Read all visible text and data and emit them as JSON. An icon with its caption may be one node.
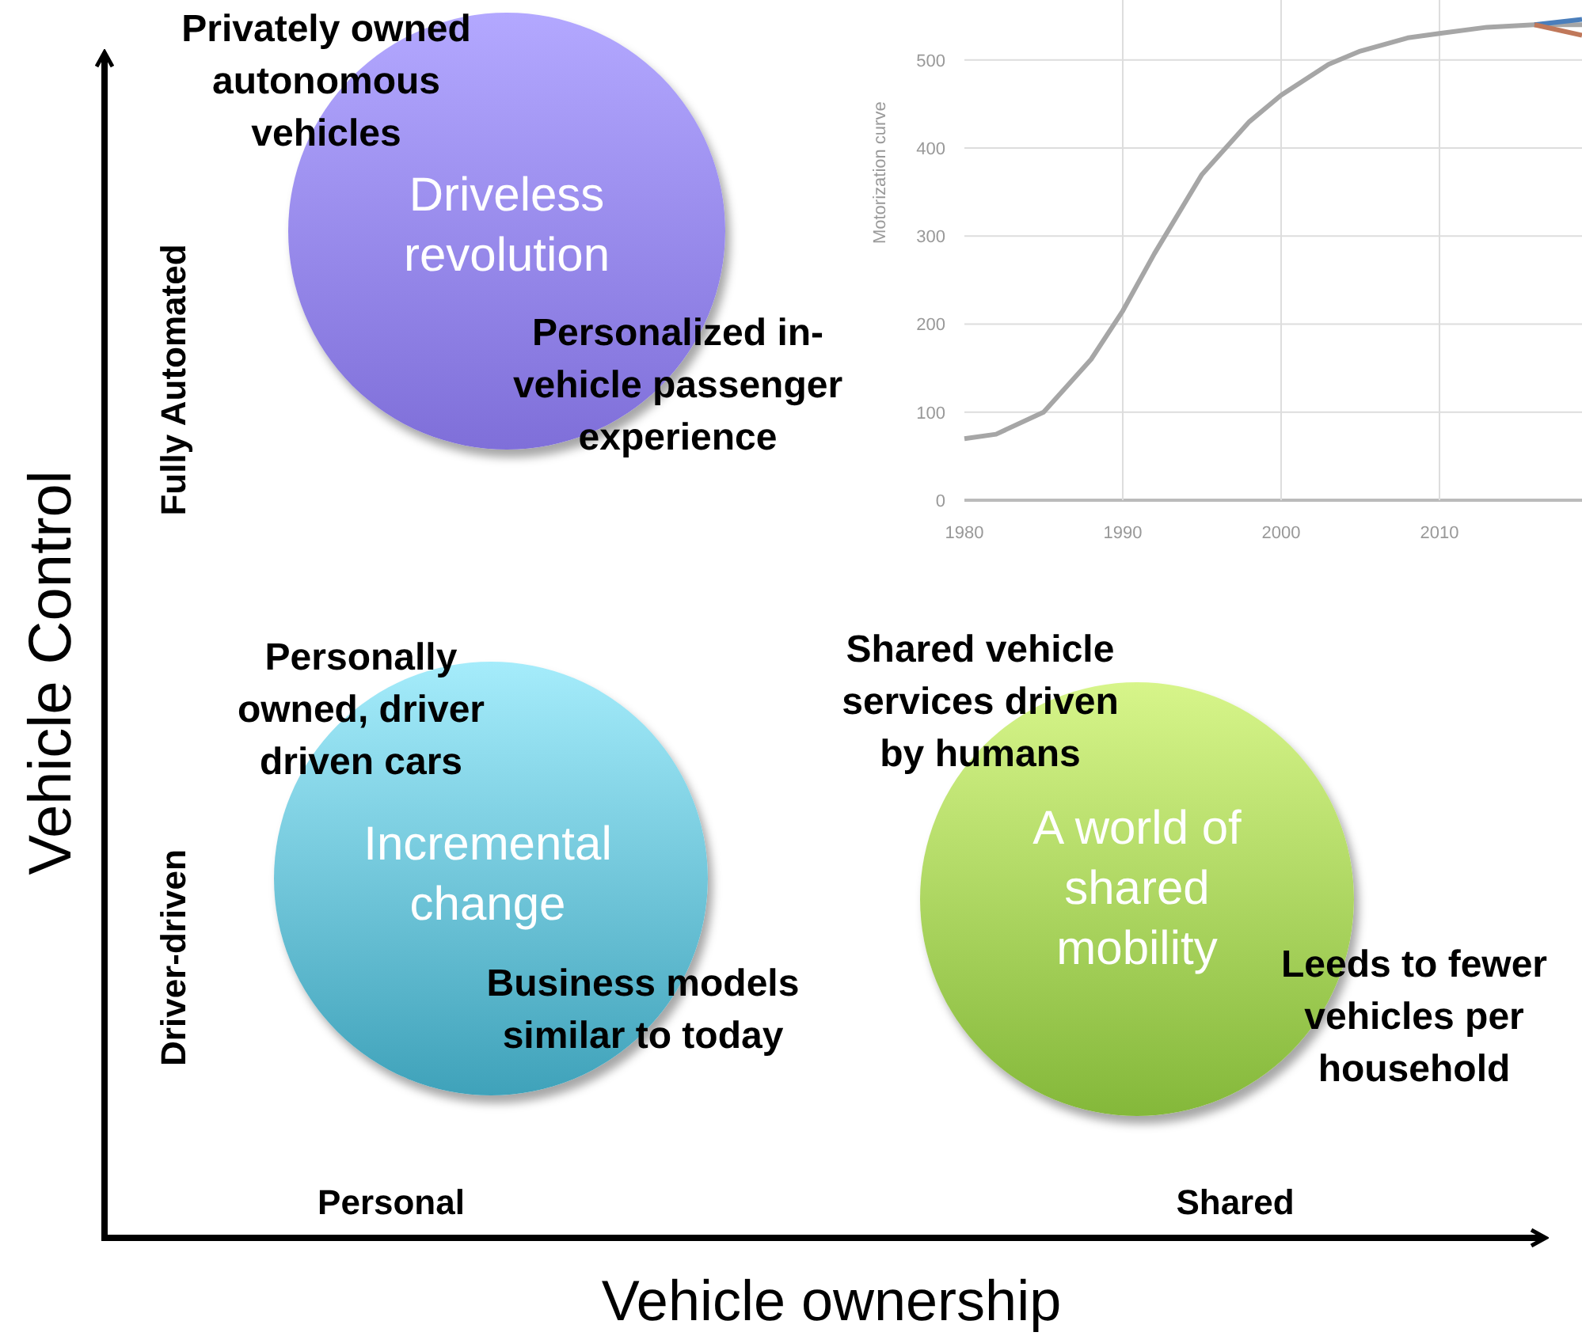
{
  "diagram": {
    "nodes": [
      {
        "text": [
          "Privately owned autonomous vehicles",
          "Driveless revolution",
          "Personalized in- vehicle passenger experience"
        ]
      },
      {
        "text": [
          "Personally owned, driver driven cars",
          "Incremental change",
          "Business models similar to today"
        ]
      },
      {
        "text": [
          "Shared vehicle services driven by humans",
          "A world of shared mobility",
          "Leeds to fewer vehicles per household"
        ]
      }
    ],
    "edges": [],
    "labels": [
      "Vehicle Control",
      "Fully Automated",
      "Driver-driven",
      "Personal",
      "Shared",
      "Vehicle ownership"
    ],
    "chart_data": {
      "type": "line",
      "ylabel": "Motorization curve",
      "x": [
        1980,
        1982,
        1985,
        1988,
        1990,
        1992,
        1995,
        1998,
        2000,
        2003,
        2005,
        2008,
        2010,
        2013,
        2016,
        2019
      ],
      "series": [
        {
          "color": "#a6a6a6",
          "values": [
            70,
            75,
            100,
            160,
            215,
            280,
            370,
            430,
            460,
            495,
            510,
            525,
            530,
            537,
            540,
            540
          ]
        },
        {
          "color": "#4a7ebb",
          "values": [
            null,
            null,
            null,
            null,
            null,
            null,
            null,
            null,
            null,
            null,
            null,
            null,
            null,
            null,
            540,
            546
          ]
        },
        {
          "color": "#c0785a",
          "values": [
            null,
            null,
            null,
            null,
            null,
            null,
            null,
            null,
            null,
            null,
            null,
            null,
            null,
            null,
            540,
            528
          ]
        }
      ],
      "grid": true,
      "xlim": [
        1980,
        2019
      ],
      "ylim": [
        0,
        568
      ],
      "xticks": [
        1980,
        1990,
        2000,
        2010
      ],
      "yticks": [
        0,
        100,
        200,
        300,
        400,
        500
      ]
    }
  }
}
